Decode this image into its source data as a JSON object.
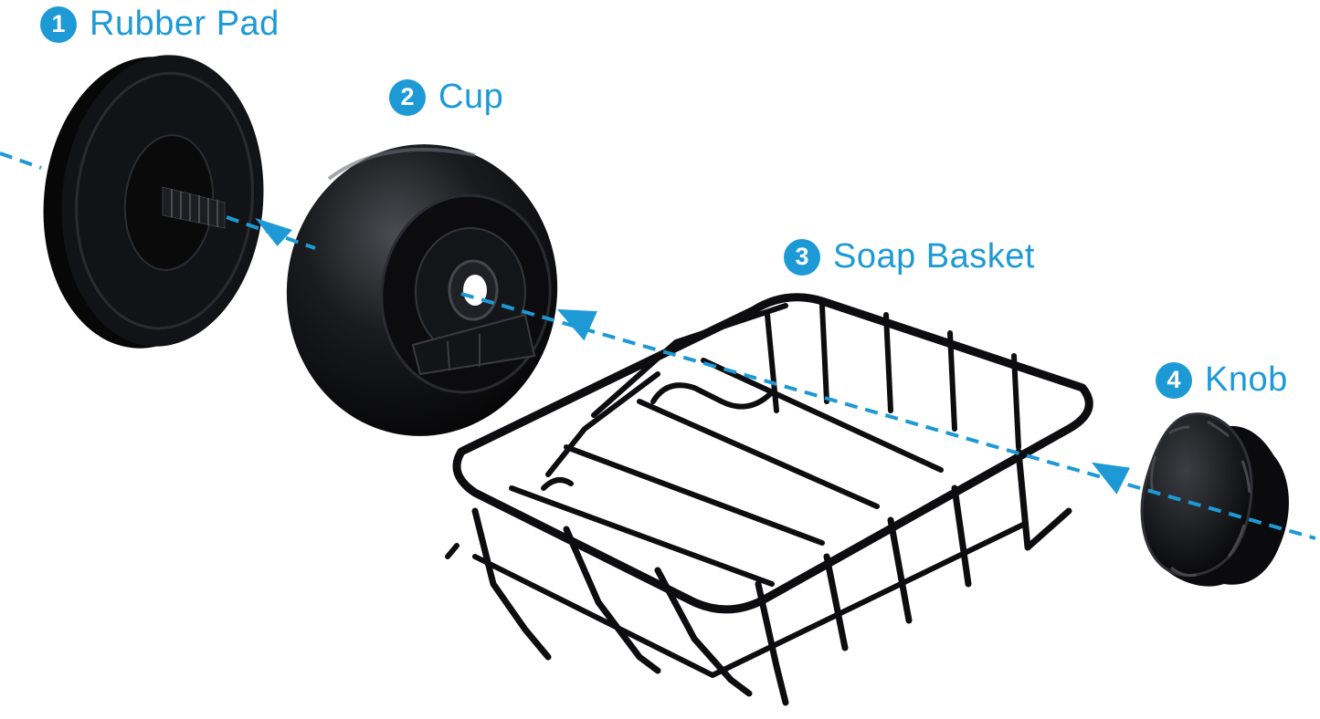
{
  "colors": {
    "accent": "#1d9ad6",
    "part": "#0e0e10",
    "part_highlight": "#3a3c42",
    "background": "#ffffff"
  },
  "parts": [
    {
      "number": "1",
      "label": "Rubber Pad",
      "icon": "rubber-pad-icon"
    },
    {
      "number": "2",
      "label": "Cup",
      "icon": "suction-cup-icon"
    },
    {
      "number": "3",
      "label": "Soap Basket",
      "icon": "wire-basket-icon"
    },
    {
      "number": "4",
      "label": "Knob",
      "icon": "knob-icon"
    }
  ],
  "assembly_axis": {
    "style": "dashed",
    "arrows": 3
  }
}
